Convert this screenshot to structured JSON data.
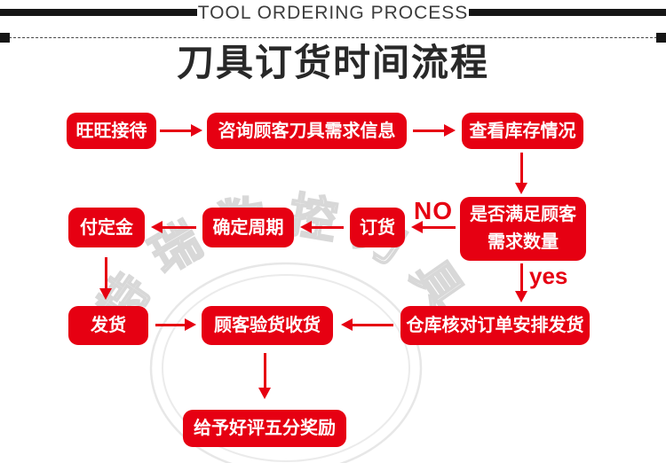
{
  "header": {
    "eyebrow": "TOOL ORDERING PROCESS",
    "title": "刀具订货时间流程"
  },
  "watermark": {
    "text": "特瑞数控刀具"
  },
  "colors": {
    "accent": "#e60012",
    "header_bar": "#161616",
    "title_text": "#282828",
    "watermark_stroke": "#d6d6d6"
  },
  "flow": {
    "nodes": [
      {
        "id": "reception",
        "label": "旺旺接待"
      },
      {
        "id": "inquiry",
        "label": "咨询顾客刀具需求信息"
      },
      {
        "id": "check-stock",
        "label": "查看库存情况"
      },
      {
        "id": "deposit",
        "label": "付定金"
      },
      {
        "id": "confirm-cycle",
        "label": "确定周期"
      },
      {
        "id": "order",
        "label": "订货"
      },
      {
        "id": "satisfy",
        "label": "是否满足顾客需求数量"
      },
      {
        "id": "ship",
        "label": "发货"
      },
      {
        "id": "inspect",
        "label": "顾客验货收货"
      },
      {
        "id": "warehouse",
        "label": "仓库核对订单安排发货"
      },
      {
        "id": "reward",
        "label": "给予好评五分奖励"
      }
    ],
    "branch_labels": {
      "no": "NO",
      "yes": "yes"
    },
    "edges": [
      {
        "from": "reception",
        "to": "inquiry"
      },
      {
        "from": "inquiry",
        "to": "check-stock"
      },
      {
        "from": "check-stock",
        "to": "satisfy"
      },
      {
        "from": "satisfy",
        "to": "order",
        "label": "NO"
      },
      {
        "from": "order",
        "to": "confirm-cycle"
      },
      {
        "from": "confirm-cycle",
        "to": "deposit"
      },
      {
        "from": "deposit",
        "to": "ship"
      },
      {
        "from": "satisfy",
        "to": "warehouse",
        "label": "yes"
      },
      {
        "from": "warehouse",
        "to": "inspect"
      },
      {
        "from": "ship",
        "to": "inspect"
      },
      {
        "from": "inspect",
        "to": "reward"
      }
    ]
  }
}
